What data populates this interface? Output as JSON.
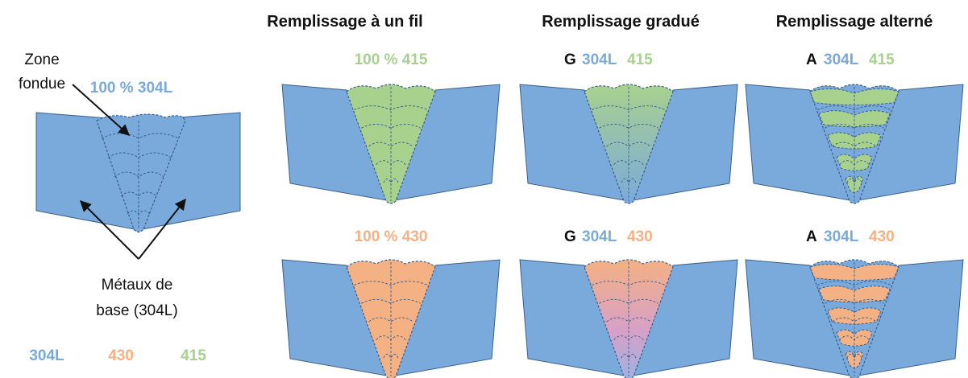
{
  "headers": {
    "single": "Remplissage à un fil",
    "graded": "Remplissage gradué",
    "alternate": "Remplissage alterné"
  },
  "annotations": {
    "zone_line1": "Zone",
    "zone_line2": "fondue",
    "base_line1": "Métaux de",
    "base_line2": "base (304L)"
  },
  "panel_labels": {
    "base": "100 % 304L",
    "single_415": "100 % 415",
    "single_430": "100 % 430",
    "graded_prefix": "G",
    "alternate_prefix": "A",
    "alloy_304L": "304L",
    "alloy_415": "415",
    "alloy_430": "430"
  },
  "legend": [
    "304L",
    "430",
    "415"
  ],
  "colors": {
    "base_metal": "#7aaadc",
    "c304L": "#7aaadc",
    "c415": "#a9d18e",
    "c430": "#f4b183",
    "c430_blend": "#d6a0c8",
    "text": "#111111"
  }
}
